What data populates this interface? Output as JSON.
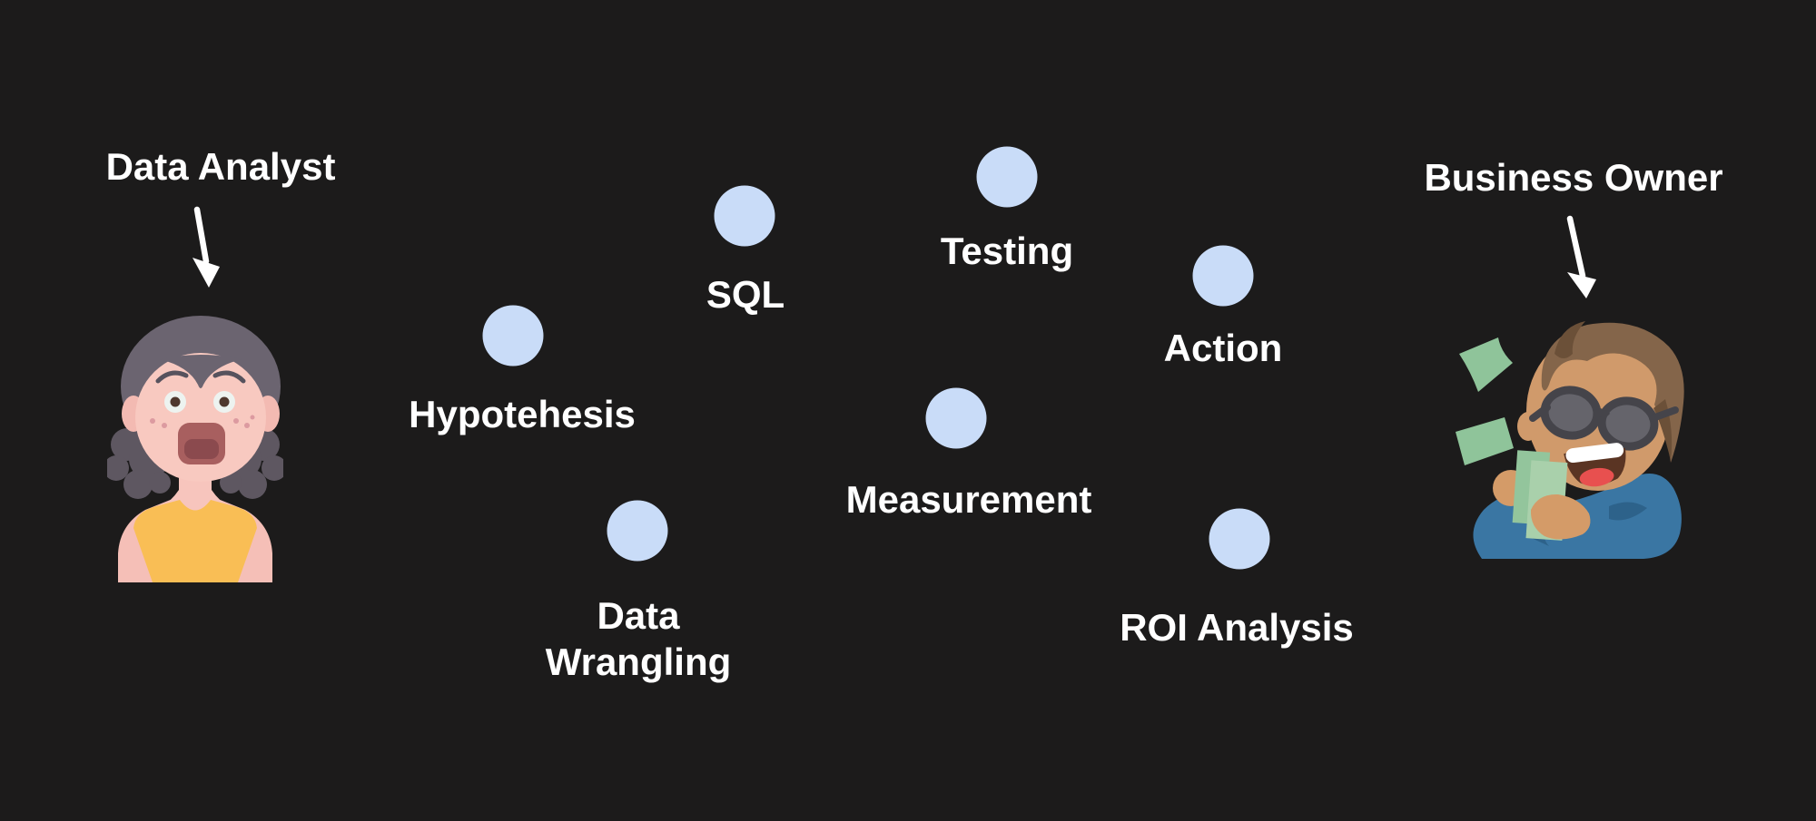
{
  "palette": {
    "background": "#1c1b1b",
    "dot": "#c9dcf8",
    "text": "#ffffff"
  },
  "actors": {
    "analyst": {
      "label": "Data Analyst",
      "illustration": "shocked-woman"
    },
    "owner": {
      "label": "Business Owner",
      "illustration": "man-with-sunglasses-and-money"
    }
  },
  "steps": [
    {
      "id": "hypotehesis",
      "label": "Hypotehesis"
    },
    {
      "id": "sql",
      "label": "SQL"
    },
    {
      "id": "testing",
      "label": "Testing"
    },
    {
      "id": "data-wrangling",
      "label": "Data Wrangling"
    },
    {
      "id": "measurement",
      "label": "Measurement"
    },
    {
      "id": "action",
      "label": "Action"
    },
    {
      "id": "roi-analysis",
      "label": "ROI Analysis"
    }
  ],
  "icons": {
    "analyst_pointer": "down-arrow",
    "owner_pointer": "down-arrow"
  }
}
